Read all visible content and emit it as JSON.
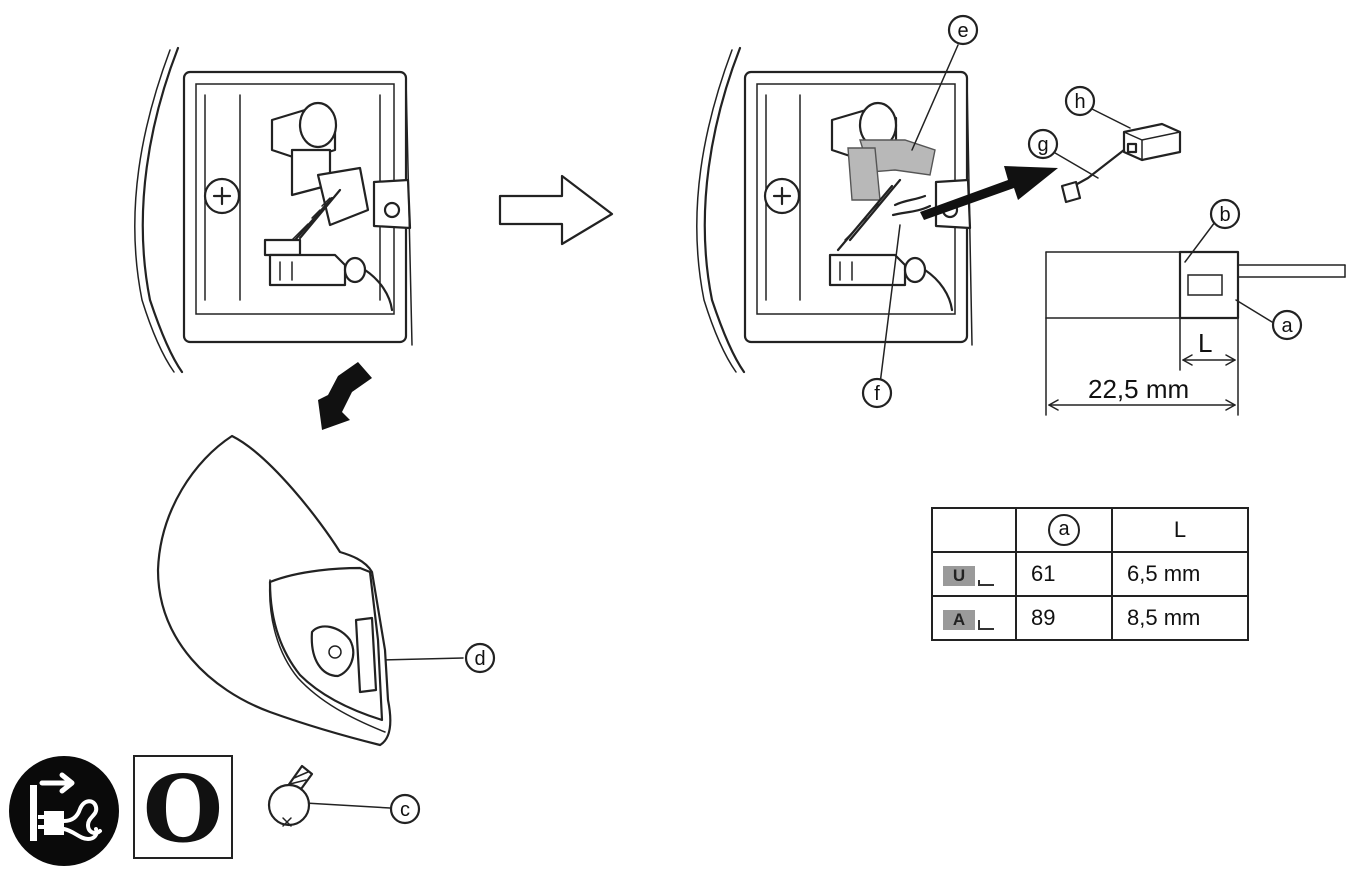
{
  "callouts": {
    "a": "a",
    "b": "b",
    "c": "c",
    "d": "d",
    "e": "e",
    "f": "f",
    "g": "g",
    "h": "h"
  },
  "dimensions": {
    "length_label": "L",
    "total_length": "22,5 mm"
  },
  "spec_table": {
    "header_mark": "a",
    "header_length": "L",
    "rows": [
      {
        "variant": "U",
        "mark_value": "61",
        "length_value": "6,5 mm"
      },
      {
        "variant": "A",
        "mark_value": "89",
        "length_value": "8,5 mm"
      }
    ]
  },
  "icons": {
    "unplug": "unplug-power-icon",
    "step_symbol": "O"
  },
  "colors": {
    "line": "#222222",
    "tape_fill": "#b8b8b8",
    "variant_badge": "#9a9a9a",
    "icon_black": "#0a0a0a"
  }
}
